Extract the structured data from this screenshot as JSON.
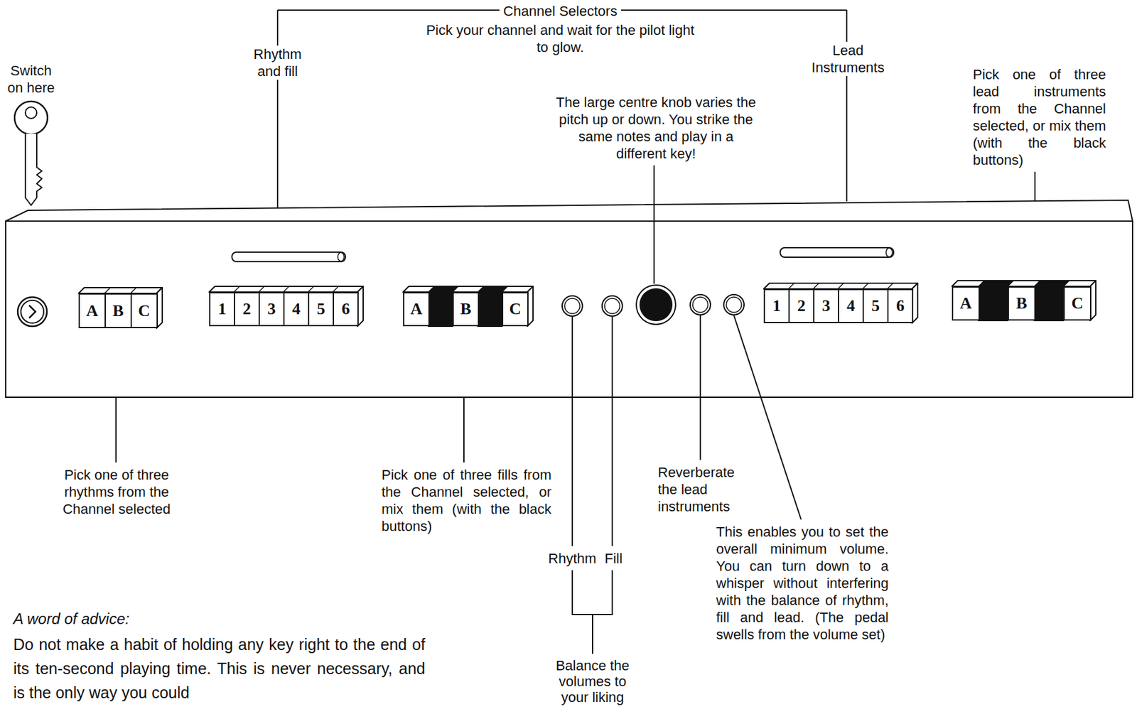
{
  "diagram": {
    "nodes": [
      {
        "text": [
          "A"
        ]
      },
      {
        "text": [
          "B"
        ]
      },
      {
        "text": [
          "C"
        ]
      },
      {
        "text": [
          "1"
        ]
      },
      {
        "text": [
          "2"
        ]
      },
      {
        "text": [
          "3"
        ]
      },
      {
        "text": [
          "4"
        ]
      },
      {
        "text": [
          "5"
        ]
      },
      {
        "text": [
          "6"
        ]
      },
      {
        "text": [
          "A"
        ]
      },
      {
        "text": [
          "B"
        ]
      },
      {
        "text": [
          "C"
        ]
      },
      {
        "text": [
          "1"
        ]
      },
      {
        "text": [
          "2"
        ]
      },
      {
        "text": [
          "3"
        ]
      },
      {
        "text": [
          "4"
        ]
      },
      {
        "text": [
          "5"
        ]
      },
      {
        "text": [
          "6"
        ]
      },
      {
        "text": [
          "A"
        ]
      },
      {
        "text": [
          "B"
        ]
      },
      {
        "text": [
          "C"
        ]
      }
    ],
    "labels": [
      "Channel Selectors",
      "Pick your channel and wait for the pilot light to glow.",
      "Switch on here",
      "Rhythm and fill",
      "Lead Instruments",
      "Pick one of three lead instruments from the Channel selected, or mix them (with the black buttons)",
      "The large centre knob varies the pitch up or down. You strike the same notes and play in a different key!",
      "Pick one of three rhythms from the Channel selected",
      "Pick one of three fills from the Channel selected, or mix them (with the black buttons)",
      "Reverberate the lead instruments",
      "This enables you to set the overall minimum volume. You can turn down to a whisper without interfering with the balance of rhythm, fill and lead. (The pedal swells from the volume set)",
      "Rhythm",
      "Fill",
      "A word of advice:",
      "Do not make a habit of holding any key right to the end of its ten-second playing time. This is never necessary, and is the only way you could",
      "Balance the volumes to your liking"
    ]
  }
}
